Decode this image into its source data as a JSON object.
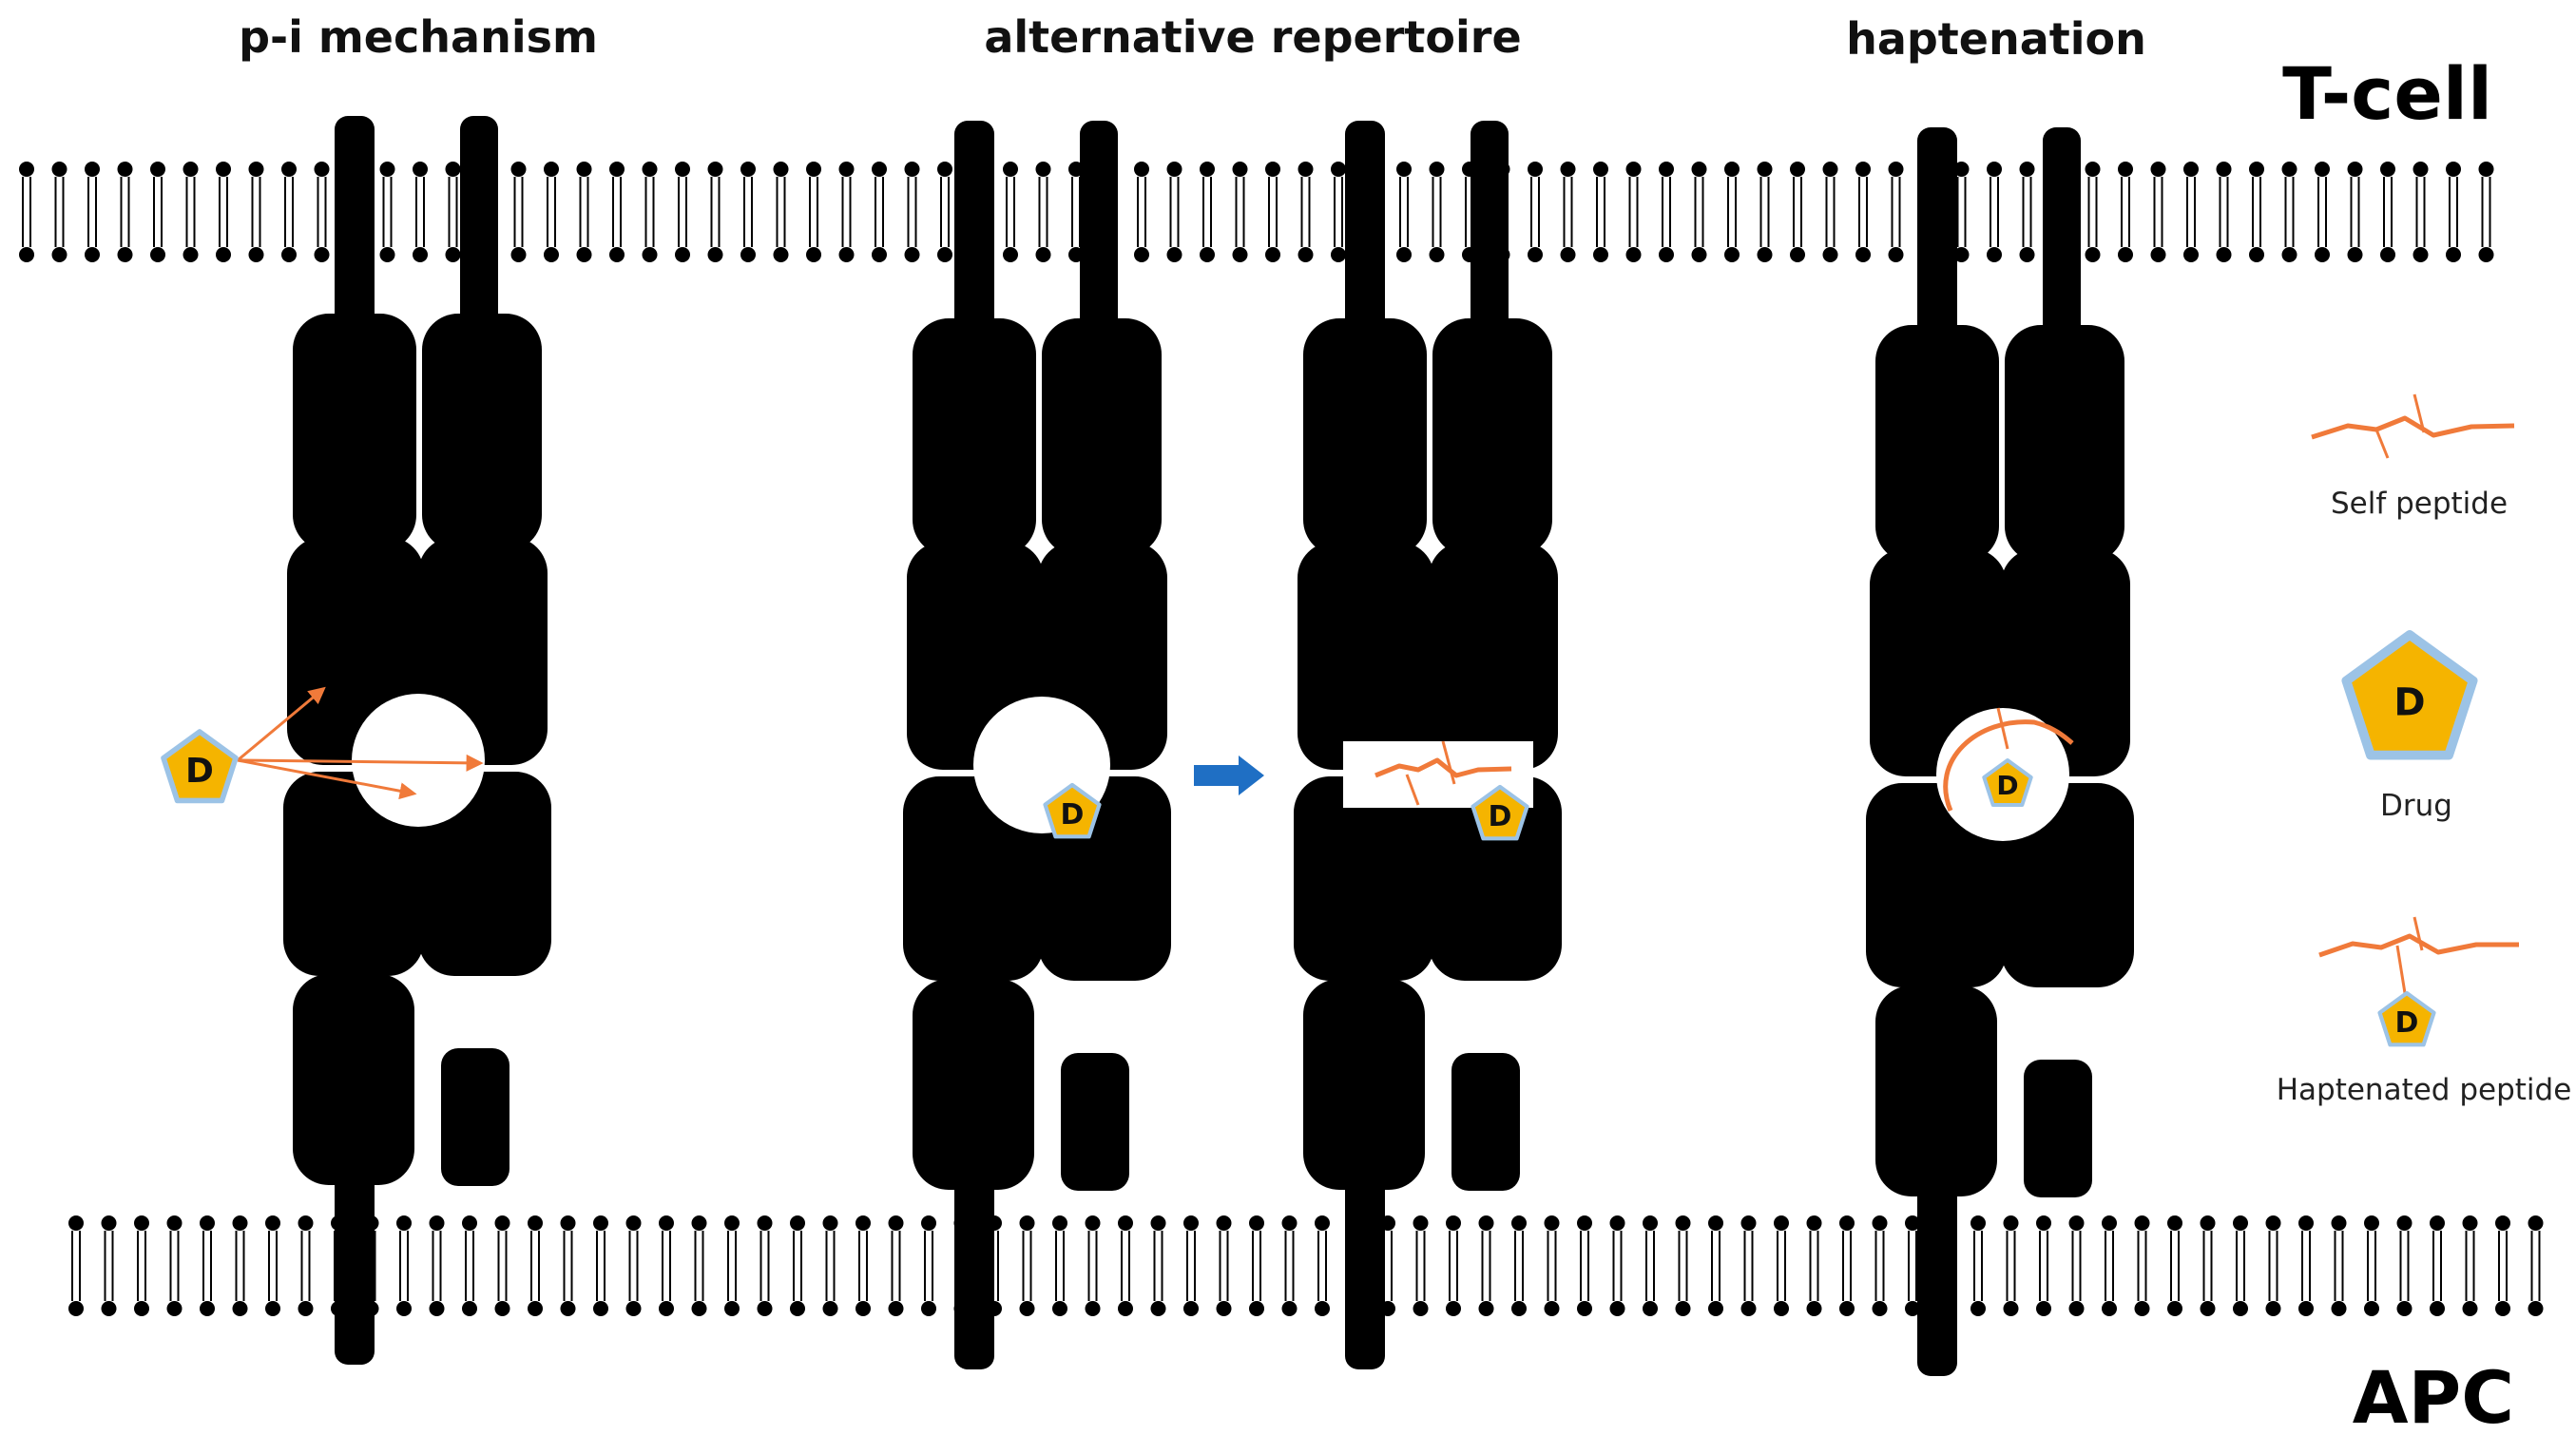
{
  "titles": {
    "p_i": "p-i mechanism",
    "alt": "alternative repertoire",
    "hapten": "haptenation"
  },
  "membranes": {
    "top": "T-cell",
    "bottom": "APC"
  },
  "drug_label": "D",
  "legend": {
    "self_peptide": "Self peptide",
    "drug": "Drug",
    "haptenated_peptide": "Haptenated peptide"
  },
  "colors": {
    "molecule": "#000000",
    "peptide": "#f07a3a",
    "drug_fill": "#f5b400",
    "drug_border": "#9cc3e6",
    "arrow": "#1f6fc4"
  }
}
